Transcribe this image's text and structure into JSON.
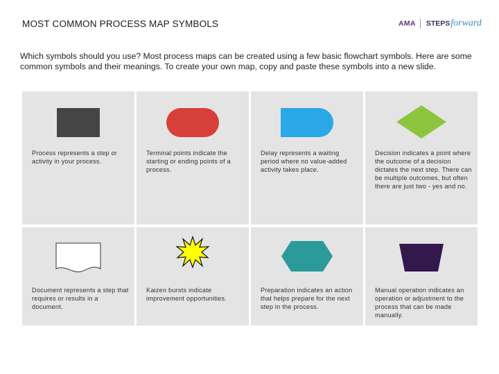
{
  "header": {
    "title": "MOST COMMON PROCESS MAP SYMBOLS",
    "logo_ama": "AMA",
    "logo_steps": "STEPS",
    "logo_forward": "forward"
  },
  "intro": "Which symbols should you use? Most process maps can be created using a few basic flowchart symbols. Here are some common symbols and their meanings. To create your own map, copy and paste these symbols into a new slide.",
  "symbols": [
    {
      "name": "process",
      "color": "#454545",
      "text": "Process represents a step or activity in your process."
    },
    {
      "name": "terminal",
      "color": "#d63f3a",
      "text": "Terminal points indicate the starting or ending points of a process."
    },
    {
      "name": "delay",
      "color": "#2aa8e8",
      "text": "Delay represents a waiting period where no value-added activity takes place."
    },
    {
      "name": "decision",
      "color": "#8cc63f",
      "text": "Decision indicates a point where the outcome of a decision dictates the next step. There can be multiple outcomes, but often there are just two - yes and no."
    },
    {
      "name": "document",
      "color": "#ffffff",
      "text": "Document represents a step that requires or results in a document."
    },
    {
      "name": "kaizen-burst",
      "color": "#ffff00",
      "text": "Kaizen bursts indicate improvement opportunities."
    },
    {
      "name": "preparation",
      "color": "#2b9a9a",
      "text": "Preparation indicates an action that helps prepare for the next step in the process."
    },
    {
      "name": "manual-operation",
      "color": "#33184d",
      "text": "Manual operation indicates an operation or adjustment to the process that can be made manually."
    }
  ]
}
